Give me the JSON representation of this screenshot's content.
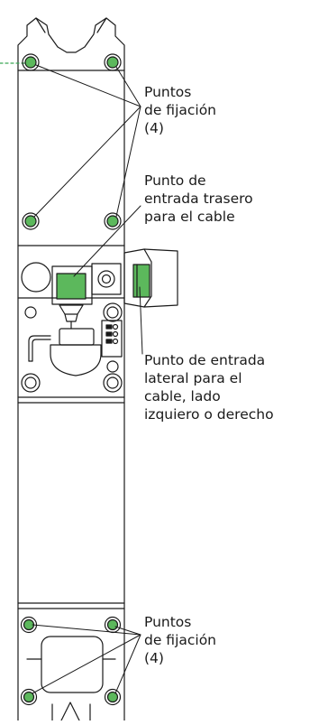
{
  "labels": {
    "fixing_points_top": [
      "Puntos",
      "de fijación",
      "(4)"
    ],
    "rear_cable_entry": [
      "Punto de",
      "entrada trasero",
      "para el cable"
    ],
    "side_cable_entry": [
      "Punto de entrada",
      "lateral para el",
      "cable, lado",
      "izquiero o derecho"
    ],
    "fixing_points_bottom": [
      "Puntos",
      "de fijación",
      "(4)"
    ]
  },
  "colors": {
    "highlight": "#5cb85c",
    "highlight_dark": "#2e7d32",
    "line": "#1a1a1a",
    "guide_dash": "#3aa655"
  }
}
